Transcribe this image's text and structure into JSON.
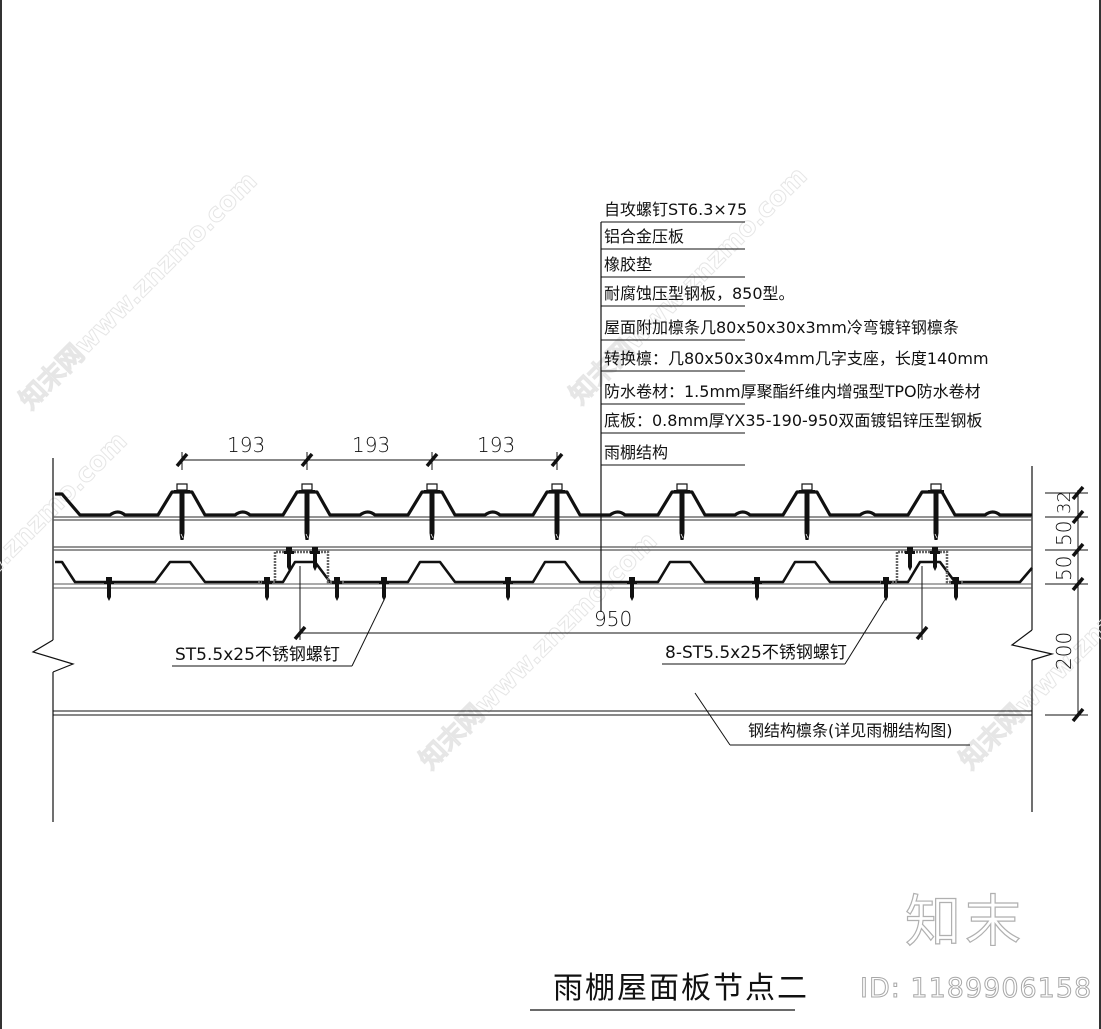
{
  "drawing": {
    "title": "雨棚屋面板节点二",
    "layer_callouts": [
      {
        "label": "自攻螺钉ST6.3×75"
      },
      {
        "label": "铝合金压板"
      },
      {
        "label": "橡胶垫"
      },
      {
        "label": "耐腐蚀压型钢板，850型。"
      },
      {
        "label": "屋面附加檩条几80x50x30x3mm冷弯镀锌钢檩条"
      },
      {
        "label": "转换檩：几80x50x30x4mm几字支座，长度140mm"
      },
      {
        "label": "防水卷材：1.5mm厚聚酯纤维内增强型TPO防水卷材"
      },
      {
        "label": "底板：0.8mm厚YX35-190-950双面镀铝锌压型钢板"
      },
      {
        "label": "雨棚结构"
      }
    ],
    "dimensions": {
      "top_spacing": [
        "193",
        "193",
        "193"
      ],
      "bottom_span": "950",
      "right_stack": [
        "32",
        "50",
        "50",
        "200"
      ]
    },
    "notes": {
      "screw_left": "ST5.5x25不锈钢螺钉",
      "screw_right": "8-ST5.5x25不锈钢螺钉",
      "purlin": "钢结构檩条(详见雨棚结构图)"
    }
  },
  "watermark": {
    "logo": "知末",
    "id_label": "ID: 1189906158",
    "diagonal_text": "知末网www.znzmo.com"
  },
  "colors": {
    "line": "#111111",
    "thin_line": "#222222",
    "watermark": "#e6e6e6",
    "watermark_logo": "#b0b0b0"
  }
}
